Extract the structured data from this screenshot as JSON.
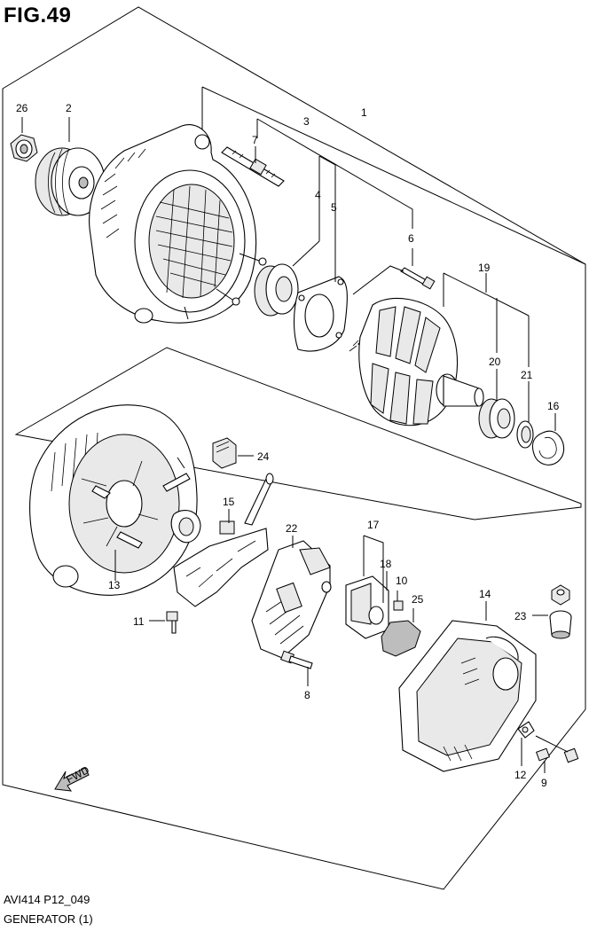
{
  "figure": {
    "title": "FIG.49"
  },
  "footer": {
    "code": "AVI414 P12_049",
    "name": "GENERATOR (1)"
  },
  "fwd_label": "FWD",
  "callouts": [
    {
      "id": "c26",
      "text": "26"
    },
    {
      "id": "c2",
      "text": "2"
    },
    {
      "id": "c3",
      "text": "3"
    },
    {
      "id": "c1",
      "text": "1"
    },
    {
      "id": "c7",
      "text": "7"
    },
    {
      "id": "c4",
      "text": "4"
    },
    {
      "id": "c5",
      "text": "5"
    },
    {
      "id": "c6",
      "text": "6"
    },
    {
      "id": "c19",
      "text": "19"
    },
    {
      "id": "c20",
      "text": "20"
    },
    {
      "id": "c21",
      "text": "21"
    },
    {
      "id": "c16",
      "text": "16"
    },
    {
      "id": "c24",
      "text": "24"
    },
    {
      "id": "c15",
      "text": "15"
    },
    {
      "id": "c22",
      "text": "22"
    },
    {
      "id": "c17",
      "text": "17"
    },
    {
      "id": "c18",
      "text": "18"
    },
    {
      "id": "c10",
      "text": "10"
    },
    {
      "id": "c25",
      "text": "25"
    },
    {
      "id": "c14",
      "text": "14"
    },
    {
      "id": "c23",
      "text": "23"
    },
    {
      "id": "c13",
      "text": "13"
    },
    {
      "id": "c11",
      "text": "11"
    },
    {
      "id": "c8",
      "text": "8"
    },
    {
      "id": "c12",
      "text": "12"
    },
    {
      "id": "c9",
      "text": "9"
    }
  ]
}
